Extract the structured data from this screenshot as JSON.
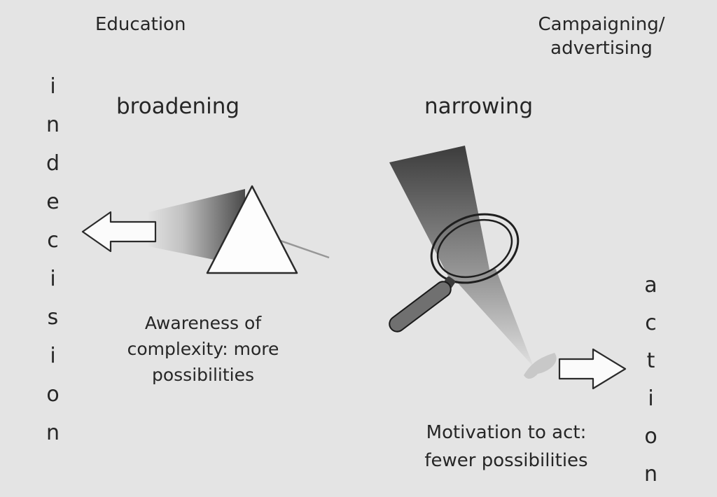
{
  "page": {
    "background": "#e4e4e4",
    "text_color": "#262626",
    "beam_dark": "#4e4e4e",
    "beam_light": "#e2e2e2",
    "outline_color": "#2b2b2b"
  },
  "left": {
    "heading": "Education",
    "mode_label": "broadening",
    "axis_word": "indecision",
    "caption": [
      "Awareness of",
      "complexity: more",
      "possibilities"
    ],
    "icons": {
      "graphic": "prism-dispersing-light-icon",
      "arrow": "arrow-left-icon"
    }
  },
  "right": {
    "heading": [
      "Campaigning/",
      "advertising"
    ],
    "mode_label": "narrowing",
    "axis_word": "action",
    "caption": [
      "Motivation to act:",
      "fewer possibilities"
    ],
    "icons": {
      "graphic": "magnifying-glass-focusing-light-icon",
      "arrow": "arrow-right-icon"
    }
  }
}
